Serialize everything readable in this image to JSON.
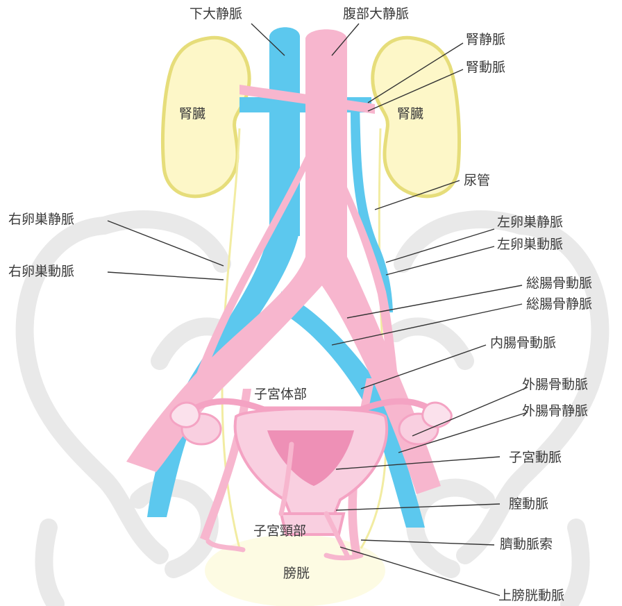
{
  "labels": {
    "ivc": "下大静脈",
    "aorta": "腹部大静脈",
    "renal_vein": "腎静脈",
    "renal_artery": "腎動脈",
    "kidney_left": "腎臓",
    "kidney_right": "腎臓",
    "ureter": "尿管",
    "r_ovarian_vein": "右卵巣静脈",
    "r_ovarian_artery": "右卵巣動脈",
    "l_ovarian_vein": "左卵巣静脈",
    "l_ovarian_artery": "左卵巣動脈",
    "common_iliac_artery": "総腸骨動脈",
    "common_iliac_vein": "総腸骨静脈",
    "internal_iliac_artery": "内腸骨動脈",
    "uterine_body": "子宮体部",
    "external_iliac_artery": "外腸骨動脈",
    "external_iliac_vein": "外腸骨静脈",
    "uterine_artery": "子宮動脈",
    "vaginal_artery": "膣動脈",
    "cervix": "子宮頸部",
    "umbilical_ligament": "臍動脈索",
    "bladder": "膀胱",
    "superior_vesical_artery": "上膀胱動脈"
  },
  "colors": {
    "vein": "#5cc8ee",
    "artery": "#f7b6ce",
    "kidney_fill": "#fdf7c8",
    "kidney_stroke": "#e6dd7a",
    "pelvis": "#e9e9e9",
    "uterus": "#f9cfe0",
    "uterus_inner": "#ee90b6",
    "bladder": "#fdfbe3",
    "ureter": "#f2eca2"
  }
}
